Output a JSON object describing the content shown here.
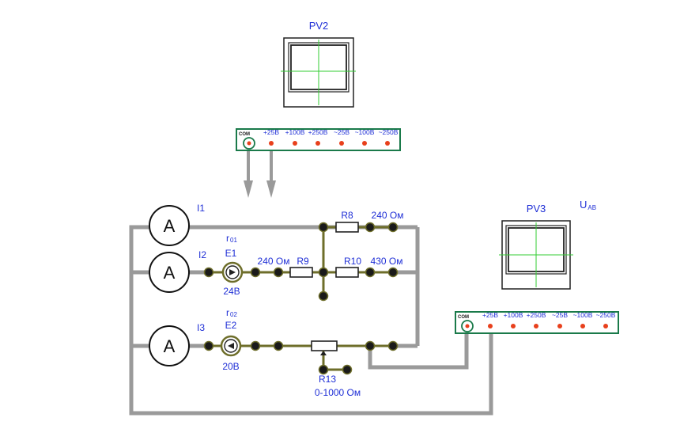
{
  "meters": {
    "pv2": {
      "label": "PV2"
    },
    "pv3": {
      "label": "PV3"
    },
    "uab": {
      "main": "U",
      "sub": "AB"
    }
  },
  "terminal_bar": {
    "com": "COM",
    "ranges": [
      "+25B",
      "+100B",
      "+250B",
      "~25B",
      "~100B",
      "~250B"
    ]
  },
  "ammeters": {
    "symbol": "A",
    "i1": "I1",
    "i2": "I2",
    "i3": "I3"
  },
  "branch1": {
    "r8_name": "R8",
    "r8_value": "240 Ом"
  },
  "branch2": {
    "r01_main": "r",
    "r01_sub": "01",
    "e1_name": "E1",
    "e1_value": "24B",
    "r9_value": "240 Ом",
    "r9_name": "R9",
    "r10_name": "R10",
    "r10_value": "430 Ом"
  },
  "branch3": {
    "r02_main": "r",
    "r02_sub": "02",
    "e2_name": "E2",
    "e2_value": "20B",
    "r13_name": "R13",
    "r13_range": "0-1000 Ом"
  },
  "colors": {
    "label_blue": "#1f2fd6",
    "bar_green": "#1a7a4a",
    "wire_gray": "#9a9a9a",
    "lead_olive": "#6e6e2a",
    "socket_red": "#e8401c",
    "crosshair_green": "#33cc33"
  }
}
